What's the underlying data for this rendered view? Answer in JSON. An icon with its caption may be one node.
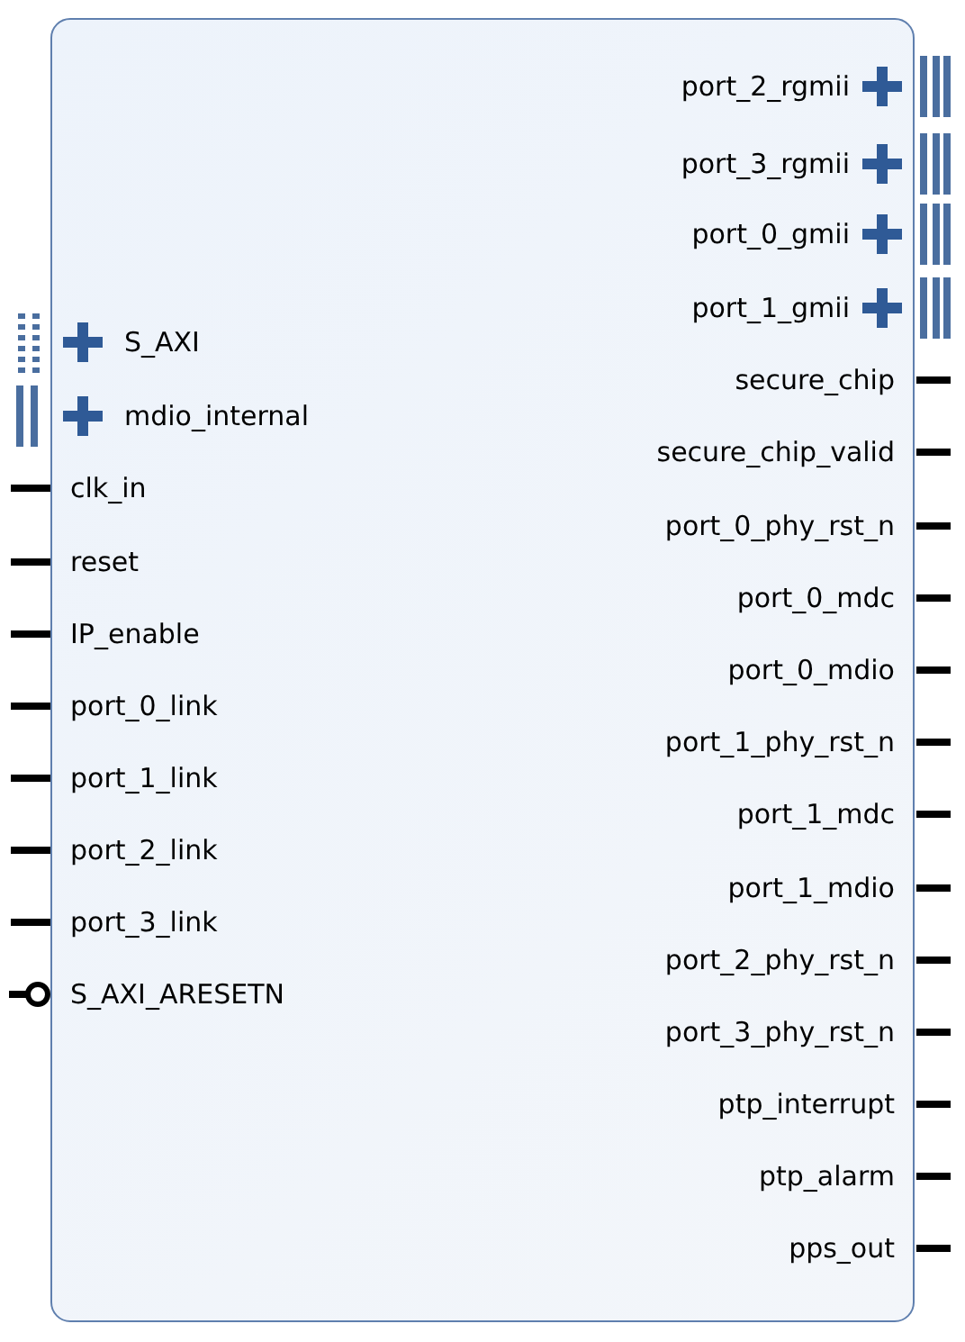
{
  "diagram": {
    "nodes": [
      {
        "text": [
          "port_2_rgmii",
          "port_3_rgmii",
          "port_0_gmii",
          "port_1_gmii",
          "S_AXI",
          "secure_chip",
          "mdio_internal",
          "secure_chip_valid",
          "clk_in",
          "port_0_phy_rst_n",
          "reset",
          "port_0_mdc",
          "IP_enable",
          "port_0_mdio",
          "port_0_link",
          "port_1_phy_rst_n",
          "port_1_link",
          "port_1_mdc",
          "port_2_link",
          "port_1_mdio",
          "port_3_link",
          "port_2_phy_rst_n",
          "S_AXI_ARESETN",
          "port_3_phy_rst_n",
          "ptp_interrupt",
          "ptp_alarm",
          "pps_out"
        ]
      }
    ]
  }
}
